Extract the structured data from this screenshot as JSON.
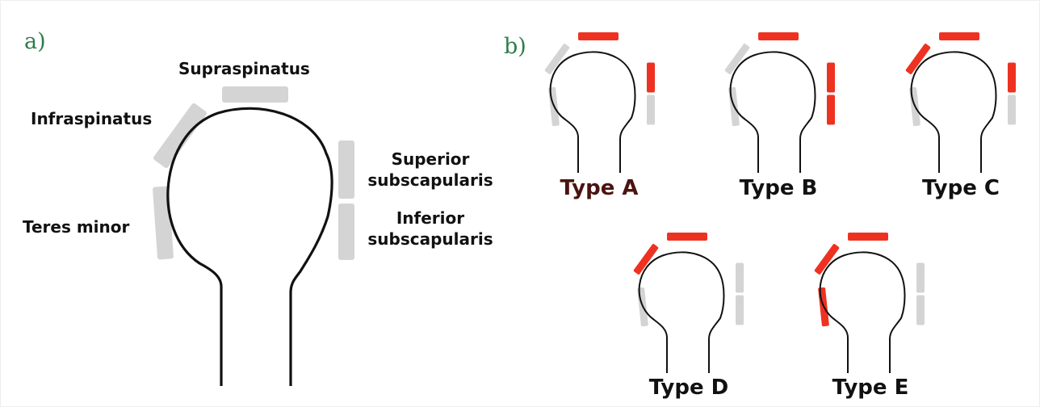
{
  "panel_a": {
    "letter": "a)",
    "labels": {
      "supraspinatus": "Supraspinatus",
      "infraspinatus": "Infraspinatus",
      "teres_minor": "Teres minor",
      "superior_subscapularis_1": "Superior",
      "superior_subscapularis_2": "subscapularis",
      "inferior_subscapularis_1": "Inferior",
      "inferior_subscapularis_2": "subscapularis"
    }
  },
  "panel_b": {
    "letter": "b)",
    "types": [
      {
        "label": "Type A",
        "torn": [
          "supraspinatus",
          "superior_subscapularis"
        ]
      },
      {
        "label": "Type B",
        "torn": [
          "supraspinatus",
          "superior_subscapularis",
          "inferior_subscapularis"
        ]
      },
      {
        "label": "Type C",
        "torn": [
          "supraspinatus",
          "infraspinatus",
          "superior_subscapularis"
        ]
      },
      {
        "label": "Type D",
        "torn": [
          "supraspinatus",
          "infraspinatus"
        ]
      },
      {
        "label": "Type E",
        "torn": [
          "supraspinatus",
          "infraspinatus",
          "teres_minor"
        ]
      }
    ]
  },
  "colors": {
    "torn": "#ee3222",
    "intact": "#d4d4d4",
    "outline": "#111111",
    "panel_letter": "#2e7d4a",
    "type_a_label": "#4a1410",
    "type_label": "#111111"
  }
}
